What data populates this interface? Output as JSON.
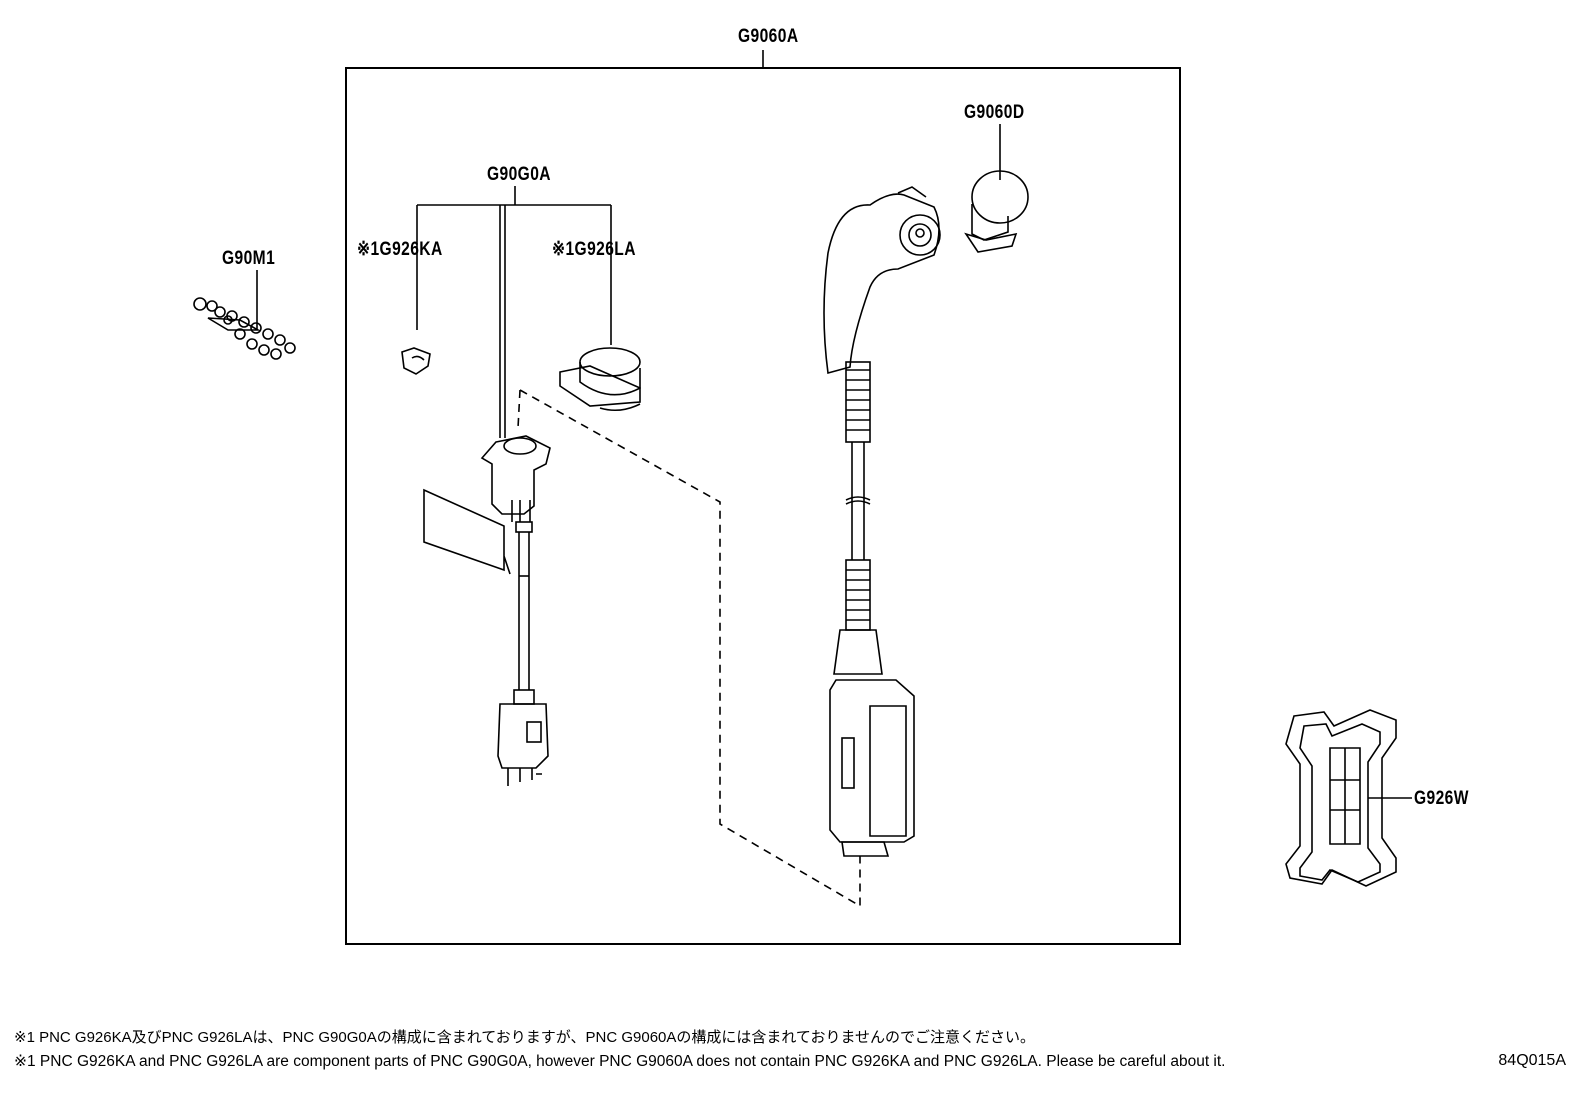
{
  "labels": {
    "main_assembly": "G9060A",
    "cap": "G9060D",
    "cable_assembly": "G90G0A",
    "left_part": "※1G926KA",
    "right_cap": "※1G926LA",
    "chain": "G90M1",
    "holder": "G926W"
  },
  "footnotes": {
    "line1": "※1 PNC G926KA及びPNC G926LAは、PNC G90G0Aの構成に含まれておりますが、PNC G9060Aの構成には含まれておりませんのでご注意ください。",
    "line2": "※1 PNC G926KA and PNC G926LA are component parts of PNC G90G0A, however PNC G9060A does not contain PNC G926KA and PNC G926LA. Please be careful about it."
  },
  "illustration_code": "84Q015A"
}
